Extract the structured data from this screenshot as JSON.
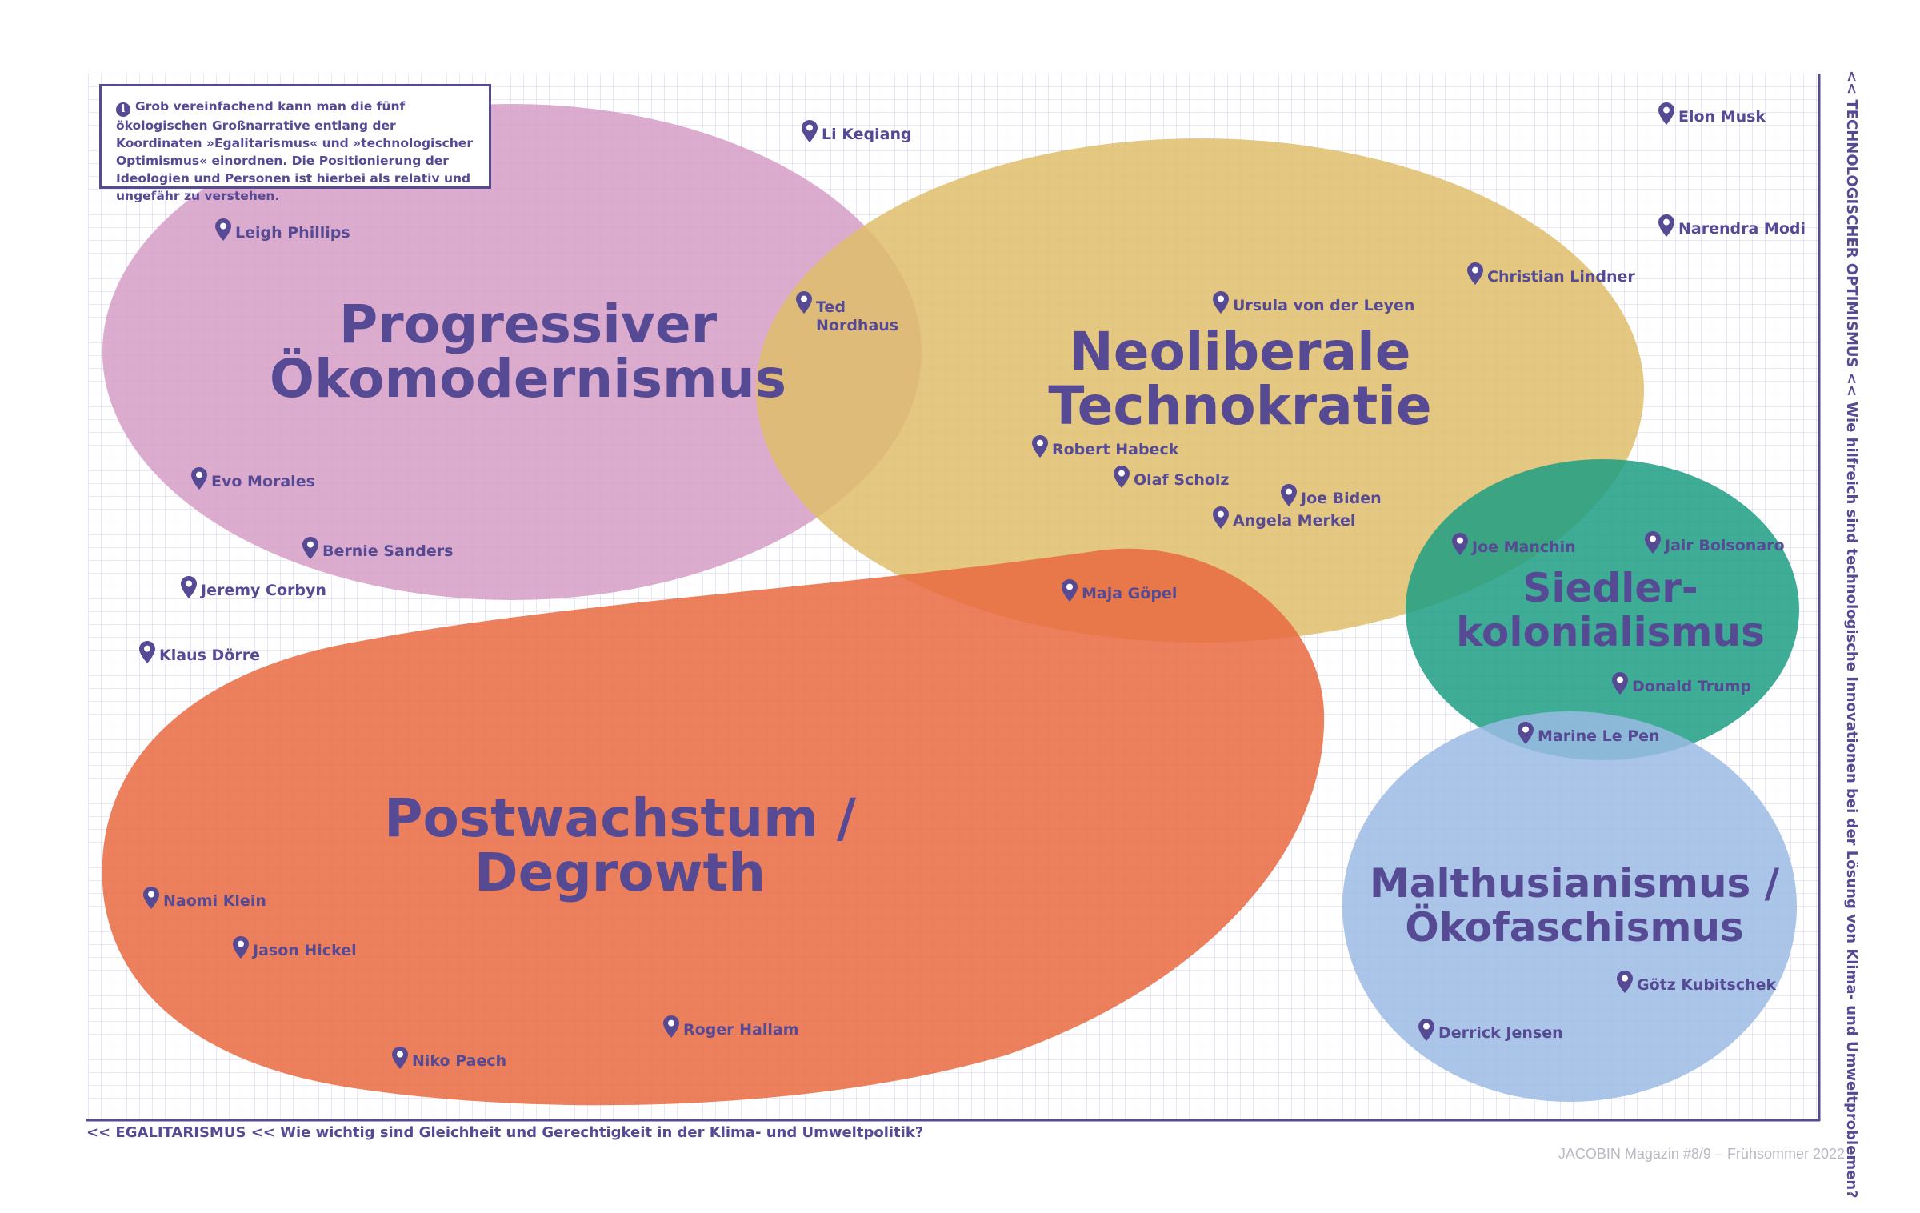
{
  "info": {
    "icon": "info-icon",
    "text": "Grob vereinfachend kann man die fünf ökologischen Großnarrative entlang der Koordinaten »Egalitarismus« und »technologischer Optimismus« einordnen. Die Positionierung der Ideologien und Personen ist hierbei als relativ und ungefähr zu verstehen."
  },
  "axes": {
    "x_label": "<< EGALITARISMUS << Wie wichtig sind Gleichheit und Gerechtigkeit in der Klima- und Umweltpolitik?",
    "y_label": "<< TECHNOLOGISCHER OPTIMISMUS << Wie hilfreich sind technologische Innovationen bei der Lösung von Klima- und Umweltproblemen?"
  },
  "footer": "JACOBIN Magazin #8/9 – Frühsommer 2022",
  "colors": {
    "text": "#574a94",
    "grid": "#d4d1ec",
    "progressive": "#d69ec7",
    "neoliberal": "#dfbd6a",
    "degrowth": "#e96a40",
    "settler": "#1d9e84",
    "malthus": "#9bbbe4"
  },
  "ideologies": [
    {
      "id": "progressive",
      "lines": [
        "Progressiver",
        "Ökomodernismus"
      ]
    },
    {
      "id": "neoliberal",
      "lines": [
        "Neoliberale",
        "Technokratie"
      ]
    },
    {
      "id": "degrowth",
      "lines": [
        "Postwachstum /",
        "Degrowth"
      ]
    },
    {
      "id": "settler",
      "lines": [
        "Siedler-",
        "kolonialismus"
      ]
    },
    {
      "id": "malthus",
      "lines": [
        "Malthusianismus /",
        "Ökofaschismus"
      ]
    }
  ],
  "people": [
    {
      "id": "li-keqiang",
      "name": "Li Keqiang"
    },
    {
      "id": "elon-musk",
      "name": "Elon Musk"
    },
    {
      "id": "narendra-modi",
      "name": "Narendra Modi"
    },
    {
      "id": "leigh-phillips",
      "name": "Leigh Phillips"
    },
    {
      "id": "christian-lindner",
      "name": "Christian Lindner"
    },
    {
      "id": "ted-nordhaus",
      "name": "Ted Nordhaus"
    },
    {
      "id": "ursula-von-der-leyen",
      "name": "Ursula von der Leyen"
    },
    {
      "id": "robert-habeck",
      "name": "Robert Habeck"
    },
    {
      "id": "olaf-scholz",
      "name": "Olaf Scholz"
    },
    {
      "id": "joe-biden",
      "name": "Joe Biden"
    },
    {
      "id": "angela-merkel",
      "name": "Angela Merkel"
    },
    {
      "id": "evo-morales",
      "name": "Evo Morales"
    },
    {
      "id": "bernie-sanders",
      "name": "Bernie Sanders"
    },
    {
      "id": "jeremy-corbyn",
      "name": "Jeremy Corbyn"
    },
    {
      "id": "klaus-doerre",
      "name": "Klaus Dörre"
    },
    {
      "id": "maja-goepel",
      "name": "Maja Göpel"
    },
    {
      "id": "joe-manchin",
      "name": "Joe Manchin"
    },
    {
      "id": "jair-bolsonaro",
      "name": "Jair Bolsonaro"
    },
    {
      "id": "donald-trump",
      "name": "Donald Trump"
    },
    {
      "id": "marine-le-pen",
      "name": "Marine Le Pen"
    },
    {
      "id": "naomi-klein",
      "name": "Naomi Klein"
    },
    {
      "id": "jason-hickel",
      "name": "Jason Hickel"
    },
    {
      "id": "roger-hallam",
      "name": "Roger Hallam"
    },
    {
      "id": "niko-paech",
      "name": "Niko Paech"
    },
    {
      "id": "goetz-kubitschek",
      "name": "Götz Kubitschek"
    },
    {
      "id": "derrick-jensen",
      "name": "Derrick Jensen"
    }
  ]
}
